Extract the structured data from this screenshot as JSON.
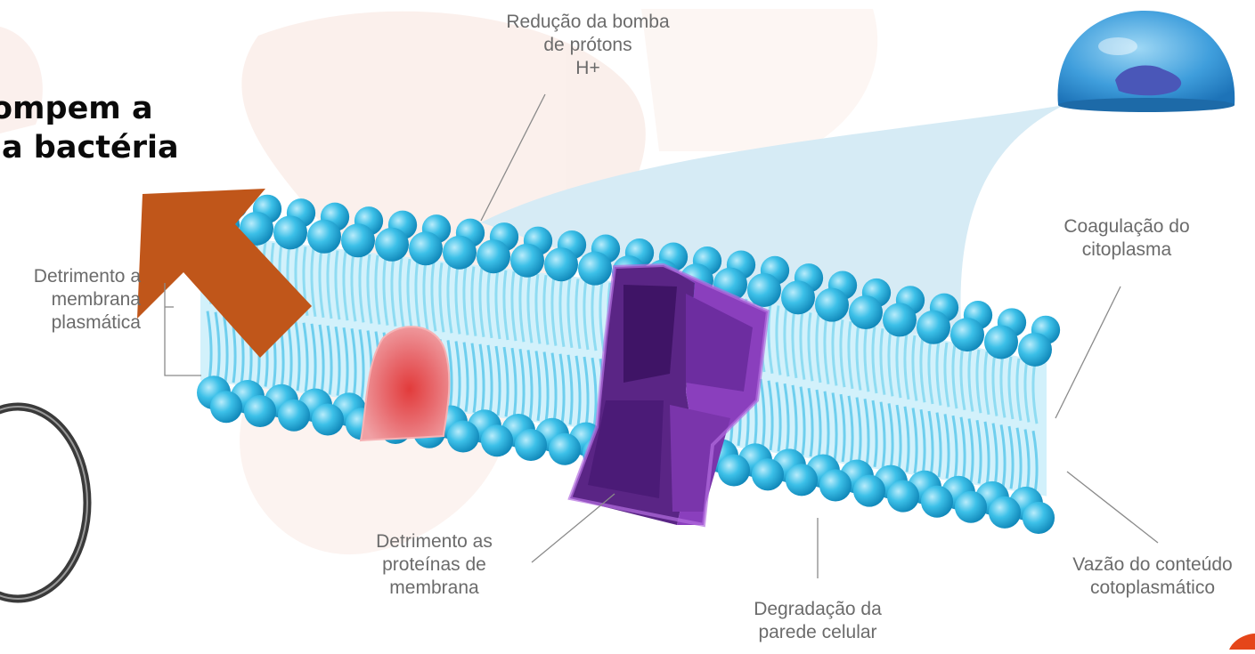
{
  "headline": {
    "line1": "ompem a",
    "line2": "la bactéria"
  },
  "labels": {
    "proton_pump": [
      "Redução da bomba",
      "de prótons",
      "H+"
    ],
    "plasma_membrane": [
      "Detrimento a",
      "membrana",
      "plasmática"
    ],
    "coagulation": [
      "Coagulação do",
      "citoplasma"
    ],
    "proteins": [
      "Detrimento as",
      "proteínas de",
      "membrana"
    ],
    "cell_wall": [
      "Degradação da",
      "parede celular"
    ],
    "leakage": [
      "Vazão do conteúdo",
      "cotoplasmático"
    ]
  },
  "colors": {
    "lipid_head": "#2fb6e0",
    "lipid_tail": "#8fdcf2",
    "channel_protein": "#6a2d8f",
    "peripheral_protein": "#e0606a",
    "arrow": "#c0561a",
    "zoom_cone": "#d6ebf5",
    "watermark": "#f7e3dc"
  }
}
